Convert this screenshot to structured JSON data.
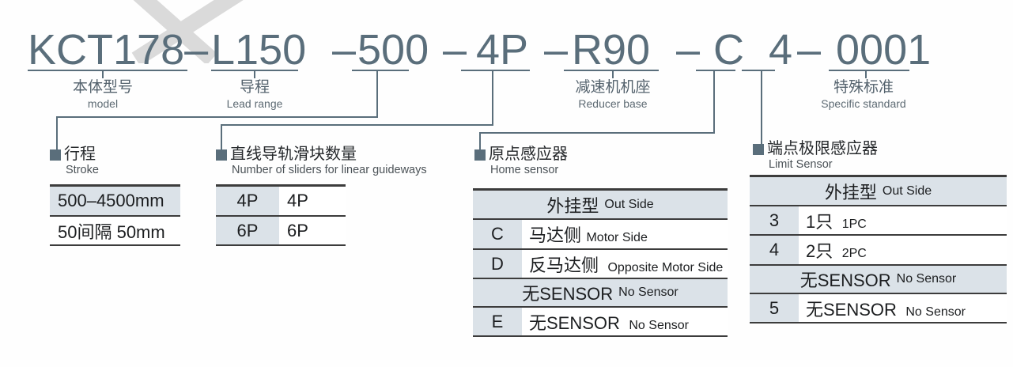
{
  "model_code": {
    "parts": [
      "KCT178–",
      "L150",
      "–",
      "500",
      "–",
      "4P",
      "–",
      "R90",
      "–",
      "C",
      "4",
      "–",
      "0001"
    ],
    "callouts": [
      {
        "cn": "本体型号",
        "en": "model"
      },
      {
        "cn": "导程",
        "en": "Lead range"
      },
      {
        "cn": "减速机机座",
        "en": "Reducer base"
      },
      {
        "cn": "特殊标准",
        "en": "Specific standard"
      }
    ]
  },
  "sections": {
    "stroke": {
      "title_cn": "行程",
      "title_en": "Stroke",
      "rows": [
        "500–4500mm",
        "50间隔 50mm"
      ]
    },
    "sliders": {
      "title_cn": "直线导轨滑块数量",
      "title_en": "Number of sliders for linear guideways",
      "rows": [
        {
          "code": "4P",
          "value": "4P"
        },
        {
          "code": "6P",
          "value": "6P"
        }
      ]
    },
    "home": {
      "title_cn": "原点感应器",
      "title_en": "Home sensor",
      "header_cn": "外挂型",
      "header_en": "Out Side",
      "rows": [
        {
          "code": "C",
          "cn": "马达侧",
          "en": "Motor Side"
        },
        {
          "code": "D",
          "cn": "反马达侧",
          "en": "Opposite Motor Side"
        }
      ],
      "mid_cn": "无SENSOR",
      "mid_en": "No Sensor",
      "rows2": [
        {
          "code": "E",
          "cn": "无SENSOR",
          "en": "No Sensor"
        }
      ]
    },
    "limit": {
      "title_cn": "端点极限感应器",
      "title_en": "Limit Sensor",
      "header_cn": "外挂型",
      "header_en": "Out Side",
      "rows": [
        {
          "code": "3",
          "cn": "1只",
          "en": "1PC"
        },
        {
          "code": "4",
          "cn": "2只",
          "en": "2PC"
        }
      ],
      "mid_cn": "无SENSOR",
      "mid_en": "No Sensor",
      "rows2": [
        {
          "code": "5",
          "cn": "无SENSOR",
          "en": "No Sensor"
        }
      ]
    }
  },
  "colors": {
    "accent": "#5a6e7b",
    "row_shade": "#dbe2e8",
    "table_border": "#3c3c3c",
    "watermark": "#dadada"
  }
}
